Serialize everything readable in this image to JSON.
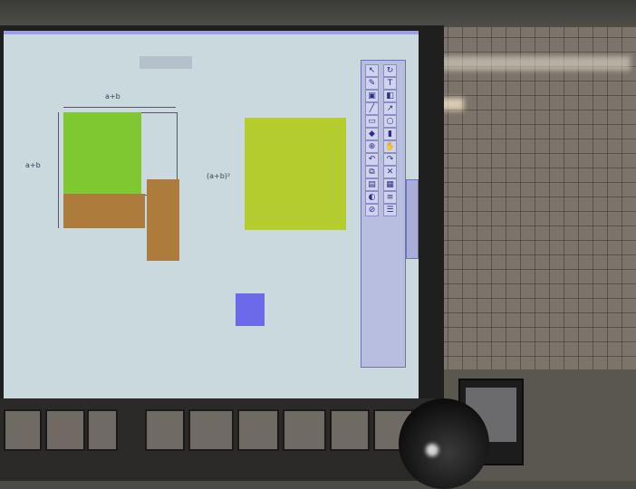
{
  "app": {
    "title": ""
  },
  "canvas": {
    "labels": {
      "top_dimension": "a+b",
      "left_dimension": "a+b",
      "formula": "(a+b)²"
    }
  },
  "shapes": [
    {
      "name": "green-square",
      "color": "#80c832"
    },
    {
      "name": "brown-horizontal-rect",
      "color": "#ad7c3c"
    },
    {
      "name": "brown-vertical-rect",
      "color": "#ad7c3c"
    },
    {
      "name": "yellow-square",
      "color": "#b4cc2e"
    },
    {
      "name": "blue-square",
      "color": "#6c6ae8"
    }
  ],
  "toolbox": {
    "tools": [
      {
        "icon": "pointer-icon",
        "glyph": "↖"
      },
      {
        "icon": "rotate-icon",
        "glyph": "↻"
      },
      {
        "icon": "pencil-icon",
        "glyph": "✎"
      },
      {
        "icon": "text-icon",
        "glyph": "T"
      },
      {
        "icon": "image-icon",
        "glyph": "▣"
      },
      {
        "icon": "eraser-icon",
        "glyph": "◧"
      },
      {
        "icon": "line-icon",
        "glyph": "╱"
      },
      {
        "icon": "arrow-icon",
        "glyph": "↗"
      },
      {
        "icon": "rectangle-icon",
        "glyph": "▭"
      },
      {
        "icon": "circle-icon",
        "glyph": "○"
      },
      {
        "icon": "fill-icon",
        "glyph": "◆"
      },
      {
        "icon": "highlighter-icon",
        "glyph": "▮"
      },
      {
        "icon": "zoom-icon",
        "glyph": "⊕"
      },
      {
        "icon": "hand-icon",
        "glyph": "✋"
      },
      {
        "icon": "undo-icon",
        "glyph": "↶"
      },
      {
        "icon": "redo-icon",
        "glyph": "↷"
      },
      {
        "icon": "copy-icon",
        "glyph": "⧉"
      },
      {
        "icon": "delete-icon",
        "glyph": "✕"
      },
      {
        "icon": "page-icon",
        "glyph": "▤"
      },
      {
        "icon": "grid-icon",
        "glyph": "▦"
      },
      {
        "icon": "color-icon",
        "glyph": "◐"
      },
      {
        "icon": "width-icon",
        "glyph": "≡"
      },
      {
        "icon": "clear-icon",
        "glyph": "⊘"
      },
      {
        "icon": "menu-icon",
        "glyph": "☰"
      }
    ]
  }
}
